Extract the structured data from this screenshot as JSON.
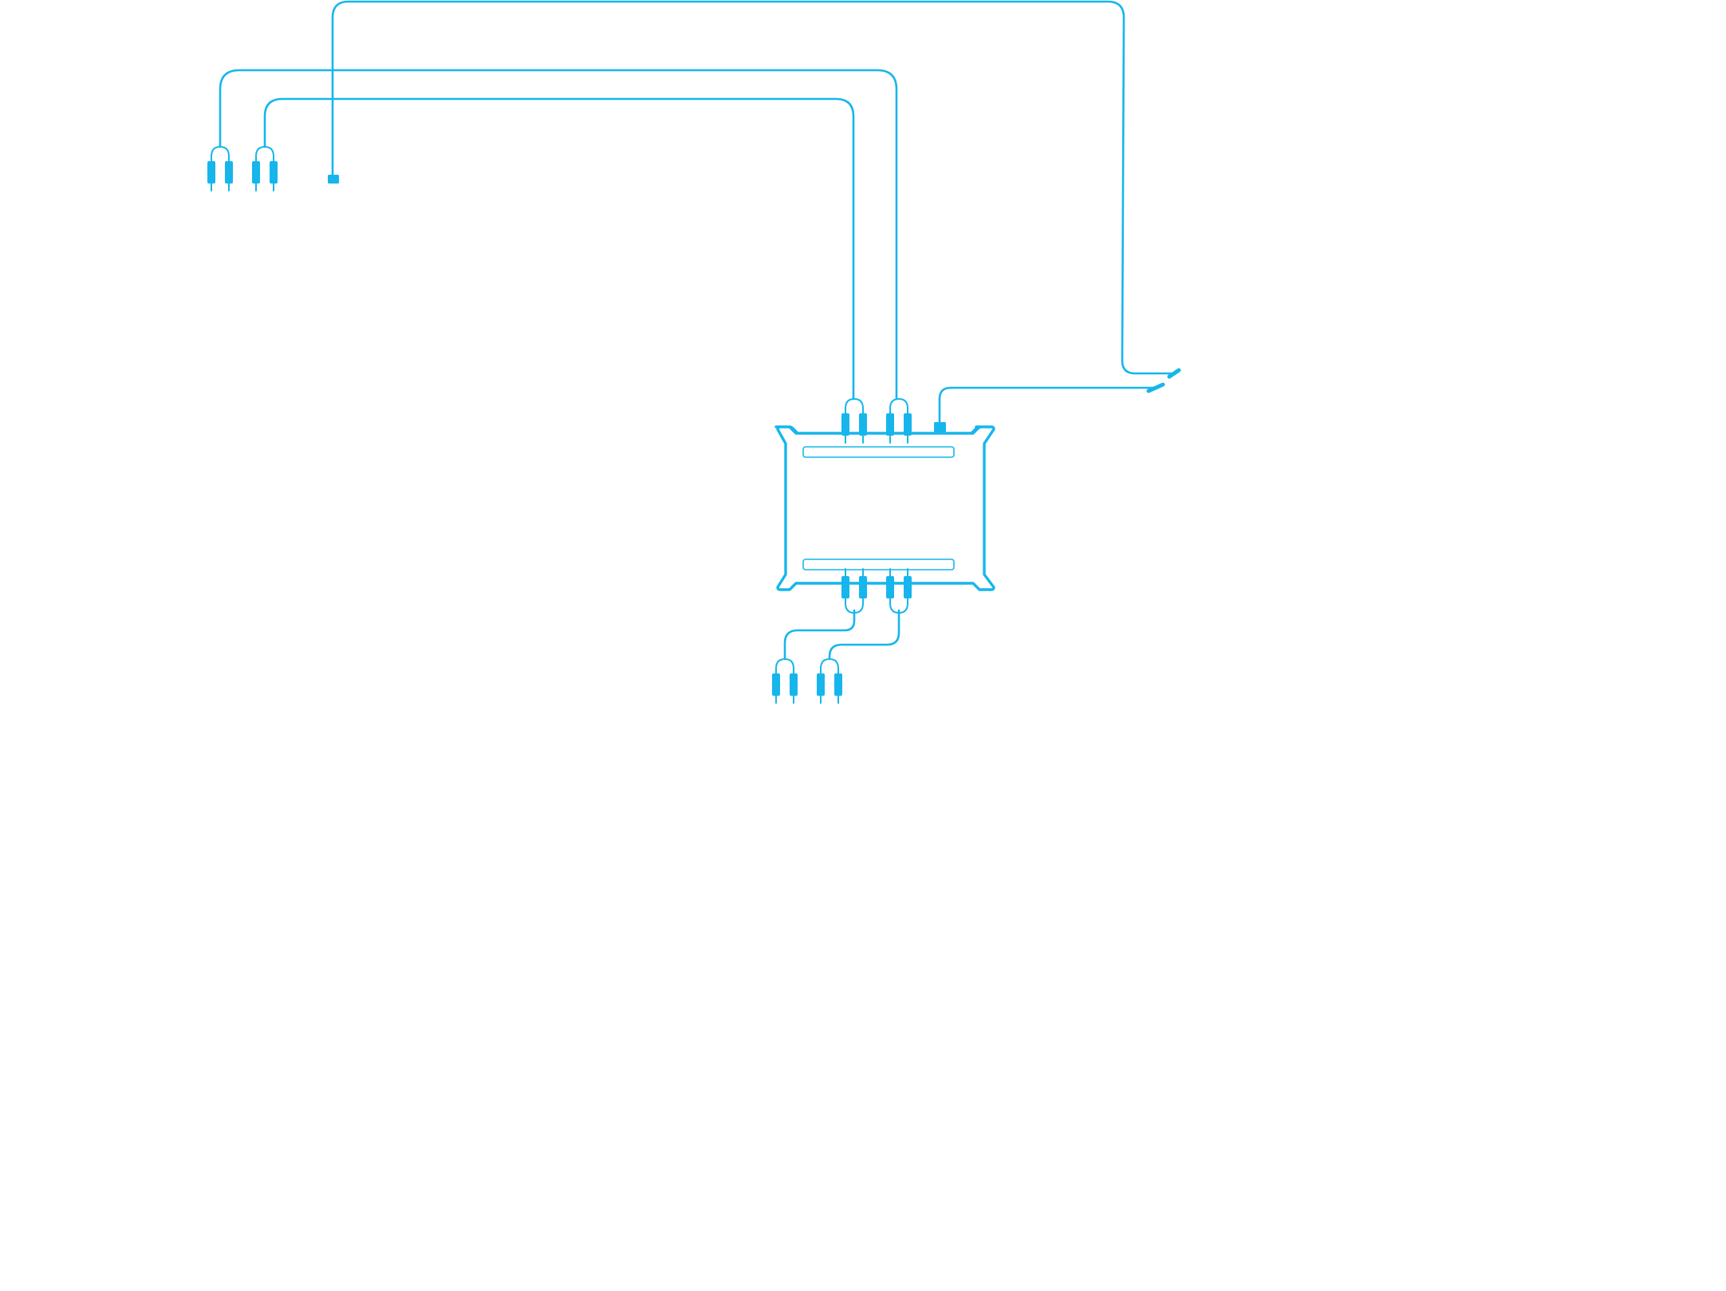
{
  "diagram": {
    "stroke_color": "#16b6ec",
    "background_color": "#ffffff",
    "components": {
      "interface_box": {
        "name": "audio-interface-box",
        "icon": "interface-box-icon"
      },
      "top_rca_pair_1": {
        "name": "rca-input-pair-1",
        "icon": "rca-plug-pair-icon"
      },
      "top_rca_pair_2": {
        "name": "rca-input-pair-2",
        "icon": "rca-plug-pair-icon"
      },
      "usb_plug": {
        "name": "usb-plug",
        "icon": "usb-plug-icon"
      },
      "bottom_rca_pair_1": {
        "name": "rca-output-pair-1",
        "icon": "rca-plug-pair-icon"
      },
      "bottom_rca_pair_2": {
        "name": "rca-output-pair-2",
        "icon": "rca-plug-pair-icon"
      }
    }
  }
}
